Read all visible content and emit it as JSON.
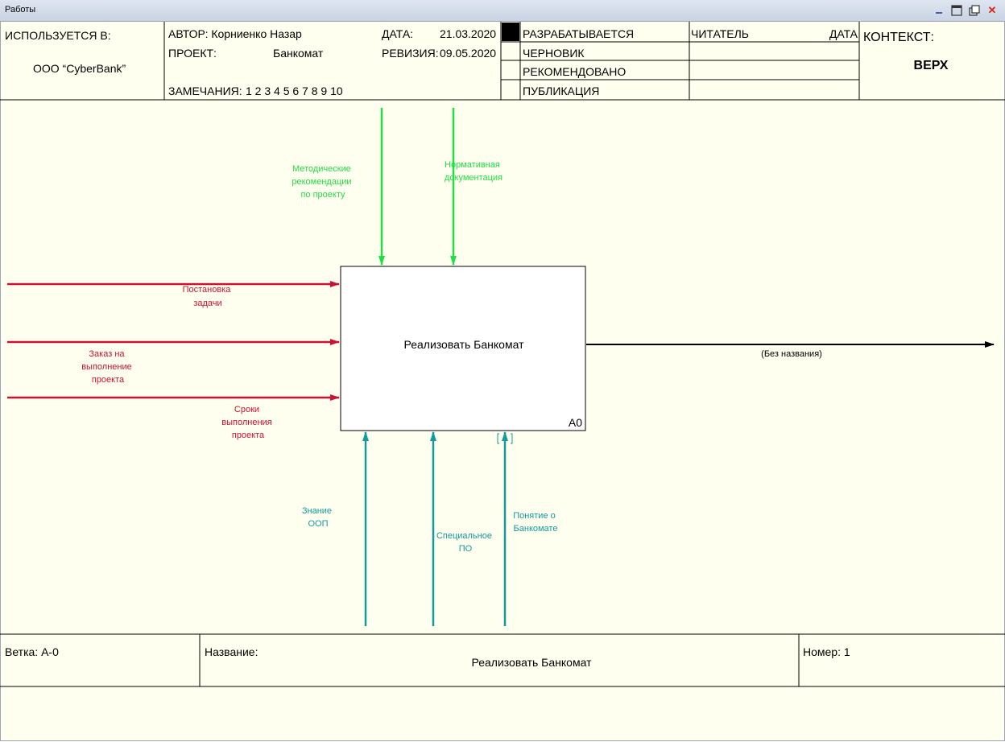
{
  "window": {
    "title": "Работы"
  },
  "header": {
    "used_in_label": "ИСПОЛЬЗУЕТСЯ В:",
    "used_in_value": "ООО “CyberBank”",
    "author_label": "АВТОР: Корниенко Назар",
    "date_label": "ДАТА:",
    "date_value": "21.03.2020",
    "project_label": "ПРОЕКТ:",
    "project_value": "Банкомат",
    "revision_label": "РЕВИЗИЯ:",
    "revision_value": "09.05.2020",
    "notes_label": "ЗАМЕЧАНИЯ:",
    "notes_value": "1 2 3 4 5 6 7 8 9 10",
    "status": [
      "РАЗРАБАТЫВАЕТСЯ",
      "ЧЕРНОВИК",
      "РЕКОМЕНДОВАНО",
      "ПУБЛИКАЦИЯ"
    ],
    "reader_label": "ЧИТАТЕЛЬ",
    "reader_date_label": "ДАТА",
    "context_label": "КОНТЕКСТ:",
    "context_value": "ВЕРХ"
  },
  "diagram": {
    "activity": {
      "name": "Реализовать Банкомат",
      "number": "A0"
    },
    "controls": [
      {
        "label": [
          "Методические",
          "рекомендации",
          "по проекту"
        ]
      },
      {
        "label": [
          "Нормативная",
          "документация"
        ]
      }
    ],
    "inputs": [
      {
        "label": [
          "Постановка",
          "задачи"
        ]
      },
      {
        "label": [
          "Заказ на",
          "выполнение",
          "проекта"
        ]
      },
      {
        "label": [
          "Сроки",
          "выполнения",
          "проекта"
        ]
      }
    ],
    "output": {
      "label": "(Без названия)"
    },
    "mechanisms": [
      {
        "label": [
          "Знание",
          "ООП"
        ]
      },
      {
        "label": [
          "Специальное",
          "ПО"
        ]
      },
      {
        "label": [
          "Понятие о",
          "Банкомате"
        ]
      }
    ],
    "colors": {
      "control": "#22dd44",
      "input": "#cc1133",
      "mechanism": "#139a9a",
      "output": "#000000"
    }
  },
  "footer": {
    "branch_label": "Ветка: А-0",
    "name_label": "Название:",
    "name_value": "Реализовать Банкомат",
    "number_label": "Номер: 1"
  }
}
